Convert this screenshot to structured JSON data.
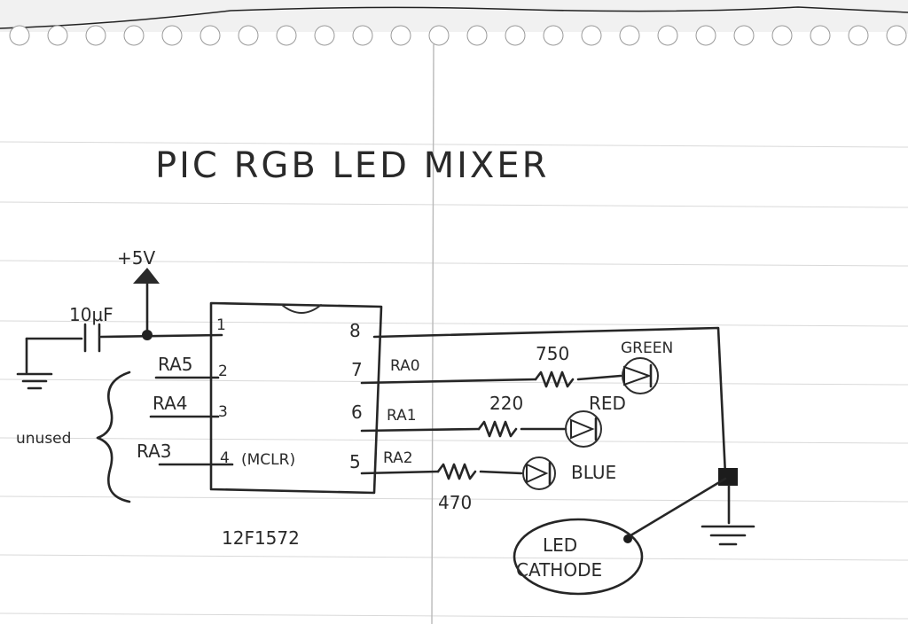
{
  "title": "PIC RGB LED MIXER",
  "supply_label": "+5V",
  "capacitor_label": "10µF",
  "chip": {
    "part_number": "12F1572",
    "left_pins": [
      {
        "number": "1",
        "signal": ""
      },
      {
        "number": "2",
        "signal": "RA5"
      },
      {
        "number": "3",
        "signal": "RA4"
      },
      {
        "number": "4",
        "signal": "RA3",
        "note": "(MCLR)"
      }
    ],
    "right_pins": [
      {
        "number": "8",
        "signal": ""
      },
      {
        "number": "7",
        "signal": "RA0"
      },
      {
        "number": "6",
        "signal": "RA1"
      },
      {
        "number": "5",
        "signal": "RA2"
      }
    ]
  },
  "unused_label": "unused",
  "leds": [
    {
      "resistor": "750",
      "color_name": "GREEN"
    },
    {
      "resistor": "220",
      "color_name": "RED"
    },
    {
      "resistor": "470",
      "color_name": "BLUE"
    }
  ],
  "cathode_label_line1": "LED",
  "cathode_label_line2": "CATHODE"
}
